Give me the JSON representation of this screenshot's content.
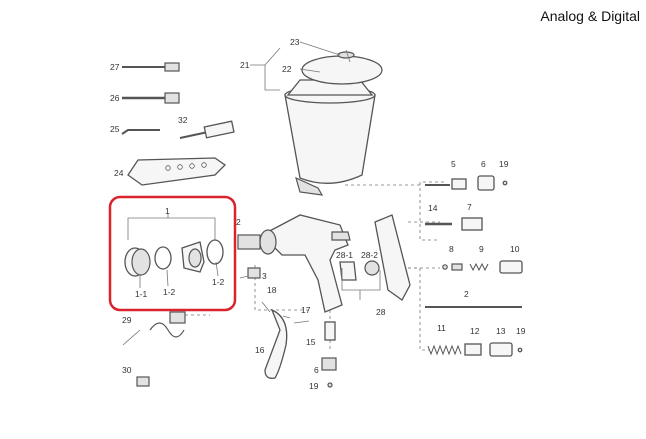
{
  "brand": "Analog & Digital",
  "highlight_color": "#d9232d",
  "part_labels": [
    "23",
    "27",
    "21",
    "22",
    "26",
    "25",
    "32",
    "24",
    "5",
    "6",
    "19",
    "1",
    "7",
    "14",
    "2",
    "3",
    "28-1",
    "28-2",
    "8",
    "9",
    "10",
    "18",
    "1-1",
    "1-2",
    "1-2",
    "2",
    "17",
    "29",
    "28",
    "11",
    "12",
    "13",
    "19",
    "15",
    "16",
    "30",
    "6",
    "19"
  ],
  "parts": [
    {
      "id": "cup-lid",
      "icon": "cup-lid-icon"
    },
    {
      "id": "paint-cup",
      "icon": "paint-cup-icon"
    },
    {
      "id": "cleaning-brush",
      "icon": "brush-icon"
    },
    {
      "id": "cleaning-brush-small",
      "icon": "brush-icon"
    },
    {
      "id": "hex-key",
      "icon": "hex-key-icon"
    },
    {
      "id": "screwdriver",
      "icon": "screwdriver-icon"
    },
    {
      "id": "spanner",
      "icon": "spanner-icon"
    },
    {
      "id": "air-cap-ring",
      "icon": "ring-icon"
    },
    {
      "id": "o-ring",
      "icon": "o-ring-icon"
    },
    {
      "id": "air-cap",
      "icon": "air-cap-icon"
    },
    {
      "id": "gun-body",
      "icon": "spray-gun-icon"
    },
    {
      "id": "trigger",
      "icon": "trigger-icon"
    },
    {
      "id": "needle",
      "icon": "needle-icon"
    },
    {
      "id": "spring",
      "icon": "spring-icon"
    },
    {
      "id": "adjust-knob",
      "icon": "knob-icon"
    }
  ]
}
